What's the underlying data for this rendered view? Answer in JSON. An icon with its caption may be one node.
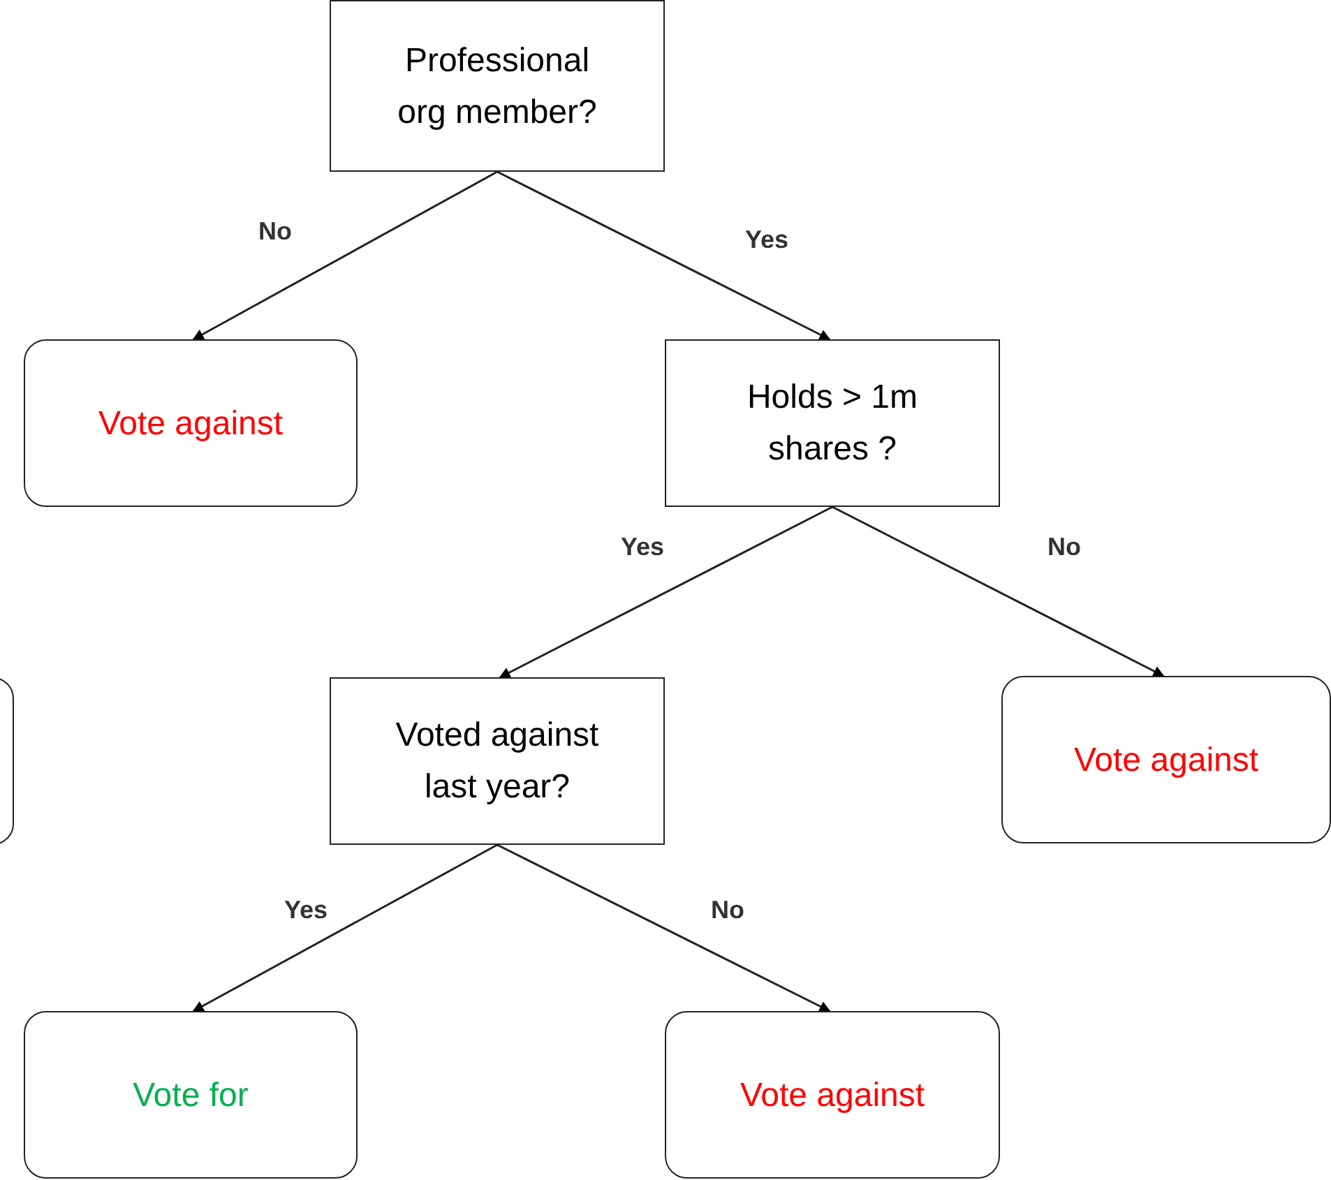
{
  "diagram": {
    "nodes": [
      {
        "text": [
          "Professional org member?"
        ]
      },
      {
        "text": [
          "Vote against"
        ]
      },
      {
        "text": [
          "Holds > 1m shares ?"
        ]
      },
      {
        "text": [],
        "shape": "box"
      },
      {
        "text": [
          "Voted against last year?"
        ]
      },
      {
        "text": [
          "Vote against"
        ]
      },
      {
        "text": [
          "Vote for"
        ]
      },
      {
        "text": [
          "Vote against"
        ]
      }
    ],
    "edges": [
      {
        "from": 0,
        "to": 1,
        "arrow": "to",
        "label": "No"
      },
      {
        "from": 0,
        "to": 2,
        "arrow": "to",
        "label": "Yes"
      },
      {
        "from": 2,
        "to": 4,
        "arrow": "to",
        "label": "Yes"
      },
      {
        "from": 2,
        "to": 5,
        "arrow": "to",
        "label": "No"
      },
      {
        "from": 4,
        "to": 6,
        "arrow": "to",
        "label": "Yes"
      },
      {
        "from": 4,
        "to": 7,
        "arrow": "to",
        "label": "No"
      }
    ]
  }
}
